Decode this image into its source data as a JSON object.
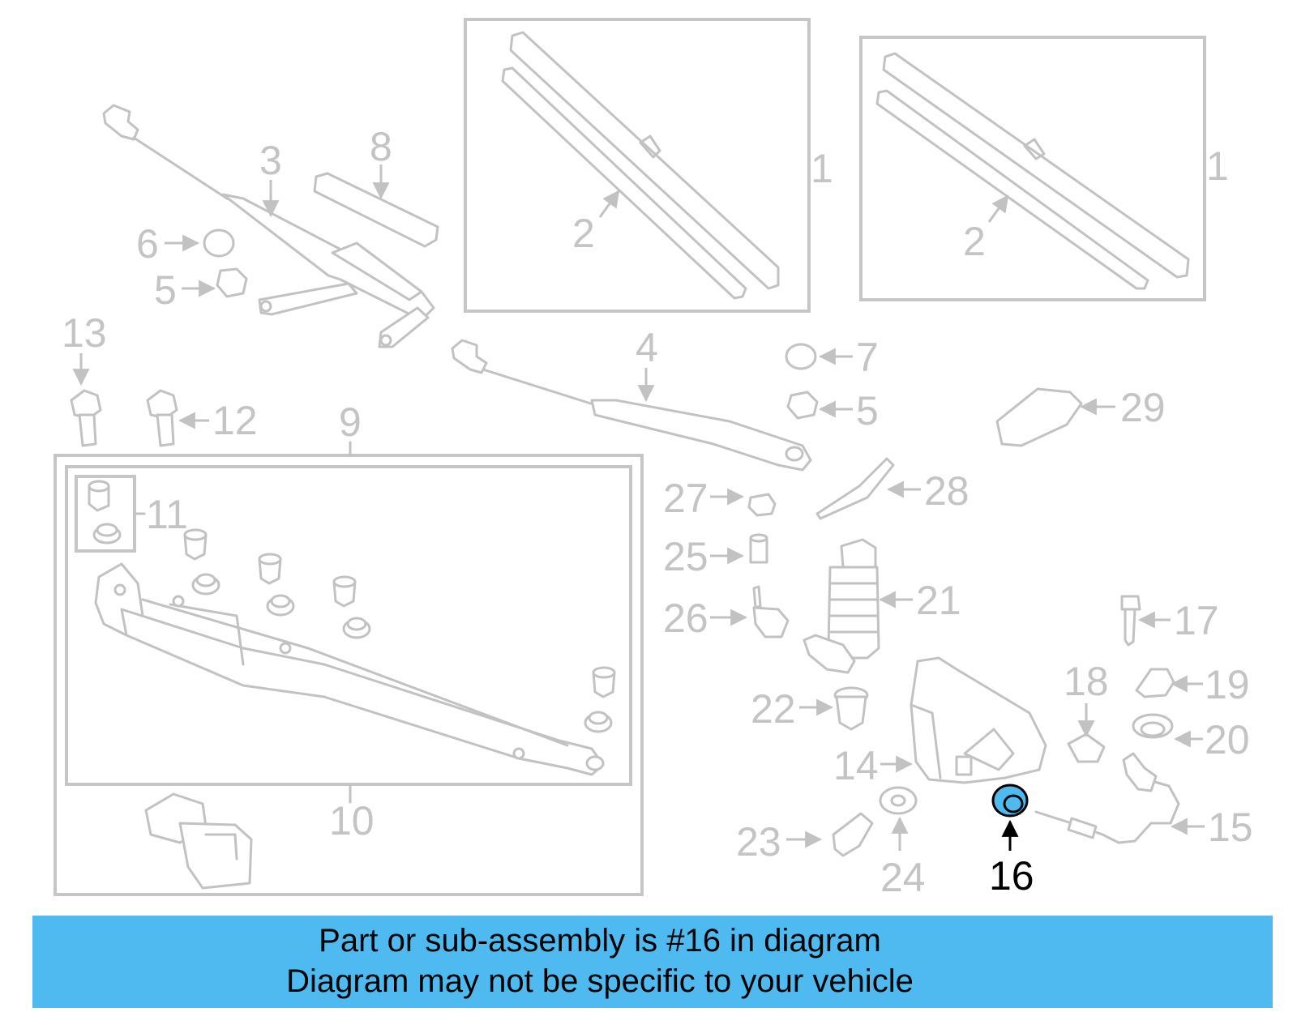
{
  "labels": {
    "l1a": "1",
    "l1b": "1",
    "l2a": "2",
    "l2b": "2",
    "l3": "3",
    "l4": "4",
    "l5a": "5",
    "l5b": "5",
    "l6": "6",
    "l7": "7",
    "l8": "8",
    "l9": "9",
    "l10": "10",
    "l11": "11",
    "l12": "12",
    "l13": "13",
    "l14": "14",
    "l15": "15",
    "l16": "16",
    "l17": "17",
    "l18": "18",
    "l19": "19",
    "l20": "20",
    "l21": "21",
    "l22": "22",
    "l23": "23",
    "l24": "24",
    "l25": "25",
    "l26": "26",
    "l27": "27",
    "l28": "28",
    "l29": "29"
  },
  "highlight_color": "#4fbaef",
  "caption": {
    "line1": "Part or sub-assembly is #16 in diagram",
    "line2": "Diagram may not be specific to your vehicle"
  }
}
